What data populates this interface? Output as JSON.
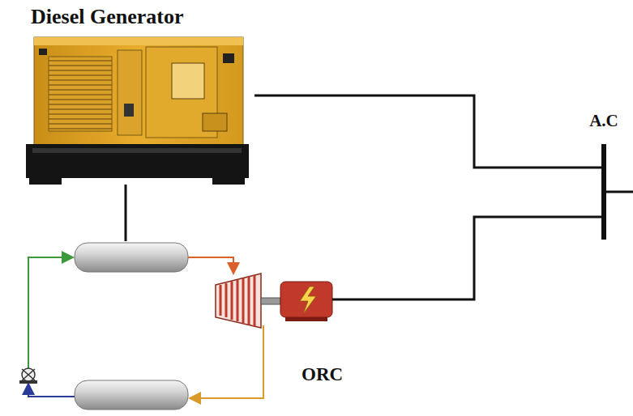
{
  "diagram": {
    "nodes": [
      {
        "text": [
          "Diesel Generator"
        ]
      },
      {
        "text": [
          "A.C"
        ]
      }
    ],
    "edges": [
      {
        "from": 0,
        "to": 1,
        "arrow": "none"
      }
    ],
    "labels": [
      "ORC"
    ]
  }
}
